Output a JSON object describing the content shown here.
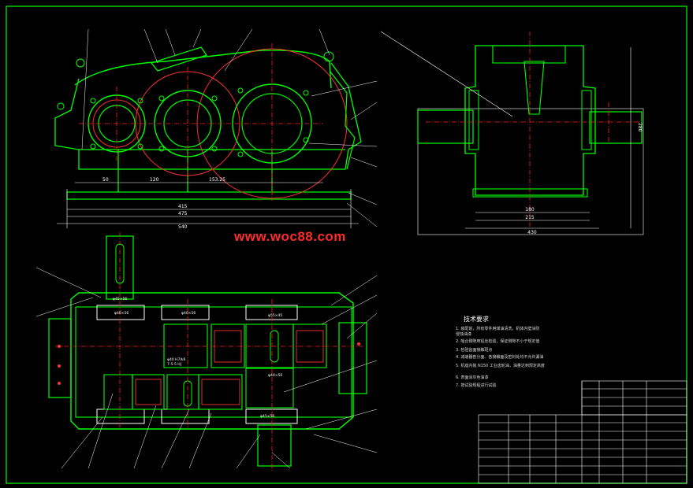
{
  "watermark": "www.woc88.com",
  "technical_requirements": {
    "title": "技术要求",
    "lines": [
      "1. 装配前，所有零件用煤油清洗，机体内壁涂防",
      "侵蚀油漆",
      "2. 啮合侧隙用铅丝检验，保证侧隙不小于规定值",
      "3. 检验齿面接触斑点",
      "4. 减速器剖分面、各接触面及密封处均不允许漏油",
      "5. 机座内装 N150 工业齿轮油，油量达到规定高度",
      "6. 表面涂灰色油漆",
      "7. 按试验规程进行试验"
    ]
  },
  "dimensions": {
    "front_50": "50",
    "front_120": "120",
    "front_153": "153.25",
    "front_415": "415",
    "front_475": "475",
    "front_540": "540",
    "side_180": "180",
    "side_215": "215",
    "side_430": "430",
    "side_height": "280"
  },
  "plan_labels": {
    "p1": "φ45×56",
    "p2": "φ40×56",
    "p3": "φ40×56",
    "p4": "φ55×45",
    "p5": "φ45×56",
    "p6": "φ40×56",
    "gear_note": "7-5-5 HJ",
    "gear_note2": "φ40 H7/k6"
  },
  "colors": {
    "outline": "#00ff00",
    "centerline": "#ff2020",
    "dimension": "#ffffff",
    "gear": "#ff3030",
    "shaft": "#ff40ff",
    "background": "#000000"
  }
}
